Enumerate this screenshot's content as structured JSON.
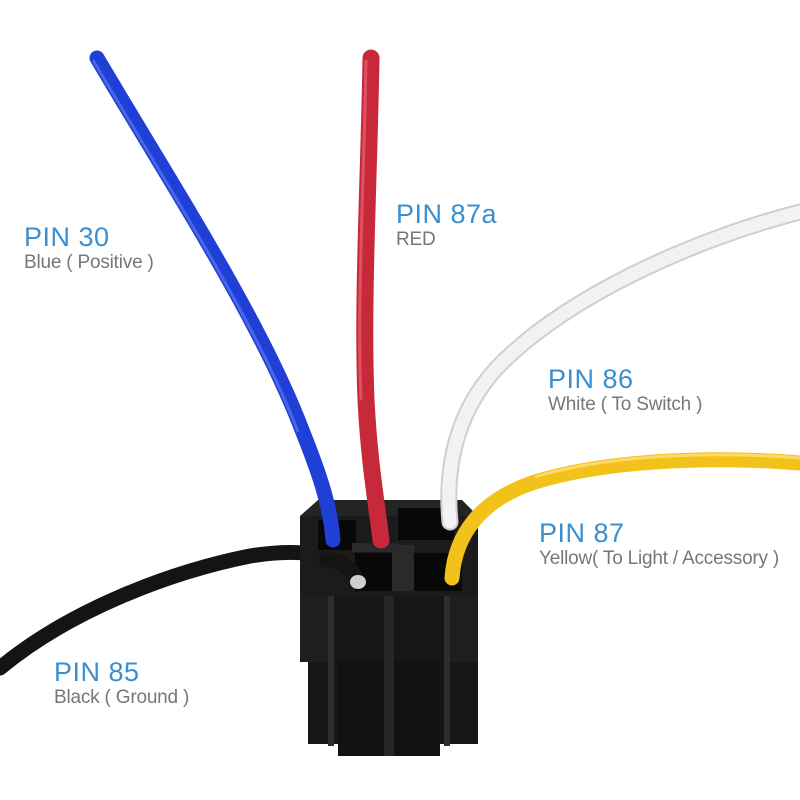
{
  "colors": {
    "background": "#ffffff",
    "pin_label": "#3a8fd0",
    "description": "#777777",
    "wire_blue": "#1f3fd6",
    "wire_red": "#c8293a",
    "wire_white": "#eeeeee",
    "wire_yellow": "#f3c21a",
    "wire_black": "#141414",
    "socket_body": "#1b1b1b"
  },
  "wires": [
    {
      "color_name": "blue",
      "pin": "30"
    },
    {
      "color_name": "red",
      "pin": "87a"
    },
    {
      "color_name": "white",
      "pin": "86"
    },
    {
      "color_name": "yellow",
      "pin": "87"
    },
    {
      "color_name": "black",
      "pin": "85"
    }
  ],
  "labels": {
    "pin30": {
      "pin": "PIN 30",
      "description": "Blue ( Positive )"
    },
    "pin87a": {
      "pin": "PIN 87a",
      "description": "RED"
    },
    "pin86": {
      "pin": "PIN 86",
      "description": "White ( To Switch )"
    },
    "pin87": {
      "pin": "PIN 87",
      "description": "Yellow( To Light / Accessory )"
    },
    "pin85": {
      "pin": "PIN 85",
      "description": "Black ( Ground )"
    }
  }
}
